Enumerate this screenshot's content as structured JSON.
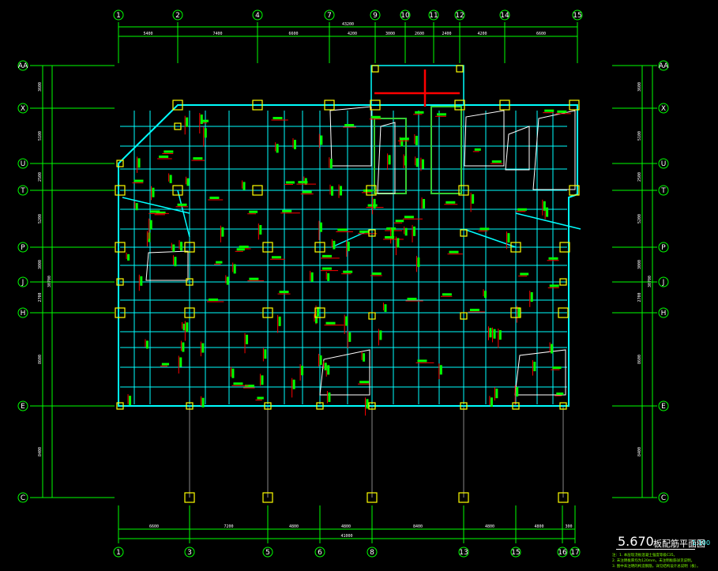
{
  "drawing": {
    "elevation": "5.670",
    "title": "板配筋平面图",
    "scale": "1:100",
    "notes": [
      "注：1. 本层现浇板混凝土强度等级C35。",
      "2. 未注明板厚均为120mm，未注明板筋详见说明。",
      "3. 图中未注明的构造钢筋，详见结构设计总说明（板）。"
    ]
  },
  "top_axes": [
    "1",
    "2",
    "4",
    "7",
    "9",
    "10",
    "11",
    "12",
    "14",
    "15"
  ],
  "bottom_axes": [
    "1",
    "3",
    "5",
    "6",
    "8",
    "13",
    "15",
    "16",
    "17"
  ],
  "left_axes": [
    "AA",
    "X",
    "U",
    "T",
    "P",
    "J",
    "H",
    "E",
    "C"
  ],
  "right_axes": [
    "AA",
    "X",
    "U",
    "T",
    "P",
    "J",
    "H",
    "E",
    "C"
  ],
  "top_dims": {
    "total": "43200",
    "segments": [
      "5400",
      "7400",
      "6600",
      "4200",
      "3000",
      "2600",
      "2400",
      "4200",
      "6600"
    ]
  },
  "bottom_dims": {
    "total": "41000",
    "segments": [
      "6600",
      "7200",
      "4800",
      "4800",
      "8400",
      "4800",
      "4800",
      "300"
    ]
  },
  "left_dims": {
    "total": "30700",
    "segments": [
      "3600",
      "5100",
      "2500",
      "5200",
      "3000",
      "2700",
      "8600",
      "8400"
    ]
  },
  "right_dims": {
    "total": "30700",
    "segments": [
      "3600",
      "5100",
      "2500",
      "5200",
      "3000",
      "2700",
      "8600",
      "8400"
    ]
  },
  "colors": {
    "axis_line": "#00ff00",
    "beam": "#00ffff",
    "column": "#ffff00",
    "rebar_red": "#ff0000",
    "rebar_green": "#00ff00",
    "text": "#ffffff",
    "slab_hole": "#ffffff",
    "grid_line": "#888888"
  }
}
